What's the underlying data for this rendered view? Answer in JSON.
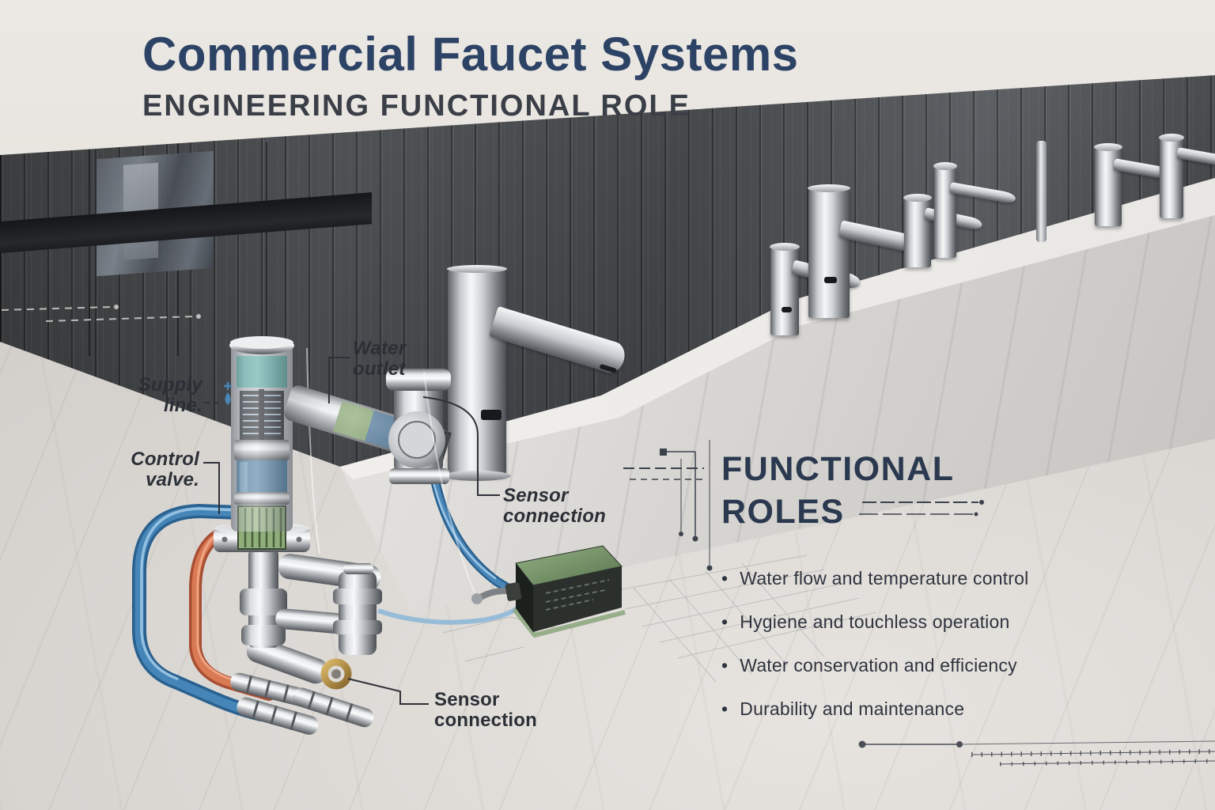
{
  "header": {
    "title": "Commercial Faucet Systems",
    "subtitle": "ENGINEERING FUNCTIONAL ROLE"
  },
  "diagram_labels": {
    "supply_line": "Supply line.",
    "control_valve": "Control valve.",
    "water_outlet": "Water outlet",
    "sensor_connection_upper": "Sensor connection",
    "sensor_connection_lower": "Sensor connection"
  },
  "functional_roles": {
    "heading_line1": "FUNCTIONAL",
    "heading_line2": "ROLES",
    "bullet": "•",
    "items": [
      "Water flow and temperature control",
      "Hygiene and touchless operation",
      "Water conservation and efficiency",
      "Durability and maintenance"
    ]
  },
  "colors": {
    "title_navy": "#2d4366",
    "subtitle_charcoal": "#3a3e47",
    "heading_navy": "#2b3950",
    "body_text": "#2e333d",
    "label_text": "#2b2f36",
    "hose_blue": "#4585b8",
    "hose_orange": "#d97a55",
    "brass_ring": "#c3974a",
    "control_box_green": "#7d9c70",
    "wood_wall": "#3c3f42",
    "marble_light": "#e9e6e1",
    "chrome_highlight": "#f6f7f8",
    "chrome_shadow": "#4d5156"
  }
}
